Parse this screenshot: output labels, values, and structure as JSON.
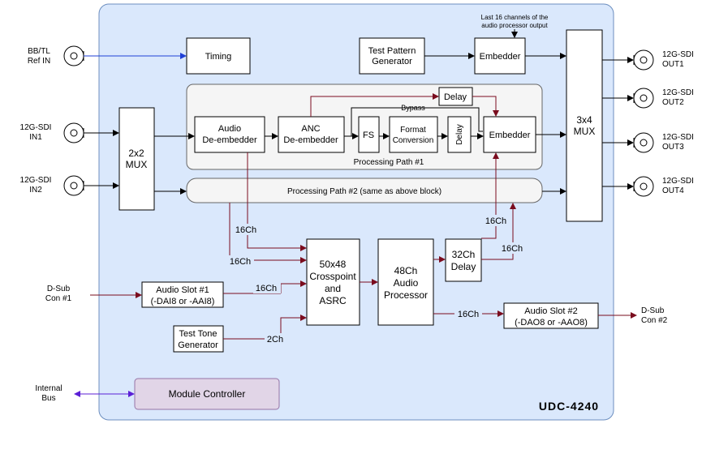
{
  "colors": {
    "module_fill": "#dae8fc",
    "module_stroke": "#6c8ebf",
    "path_fill": "#f5f5f5",
    "path_stroke": "#666666",
    "controller_fill": "#e1d5e7",
    "controller_stroke": "#9673a6",
    "audio_line": "#7a0c1e",
    "ref_line": "#1f3fd6",
    "bus_line": "#5b1fd6",
    "video_line": "#000000"
  },
  "module_title": "UDC-4240",
  "note": {
    "line1": "Last 16 channels of the",
    "line2": "audio processor output"
  },
  "inputs": {
    "ref": {
      "line1": "BB/TL",
      "line2": "Ref IN"
    },
    "in1": {
      "line1": "12G-SDI",
      "line2": "IN1"
    },
    "in2": {
      "line1": "12G-SDI",
      "line2": "IN2"
    },
    "dsub1": {
      "line1": "D-Sub",
      "line2": "Con #1"
    },
    "bus": {
      "line1": "Internal",
      "line2": "Bus"
    }
  },
  "outputs": {
    "out1": {
      "line1": "12G-SDI",
      "line2": "OUT1"
    },
    "out2": {
      "line1": "12G-SDI",
      "line2": "OUT2"
    },
    "out3": {
      "line1": "12G-SDI",
      "line2": "OUT3"
    },
    "out4": {
      "line1": "12G-SDI",
      "line2": "OUT4"
    },
    "dsub2": {
      "line1": "D-Sub",
      "line2": "Con #2"
    }
  },
  "blocks": {
    "timing": "Timing",
    "test_pattern": {
      "line1": "Test Pattern",
      "line2": "Generator"
    },
    "embedder_top": "Embedder",
    "mux_3x4": {
      "line1": "3x4",
      "line2": "MUX"
    },
    "mux_2x2": {
      "line1": "2x2",
      "line2": "MUX"
    },
    "audio_deembed": {
      "line1": "Audio",
      "line2": "De-embedder"
    },
    "anc_deembed": {
      "line1": "ANC",
      "line2": "De-embedder"
    },
    "fs": "FS",
    "format_conv": {
      "line1": "Format",
      "line2": "Conversion"
    },
    "delay_vert": "Delay",
    "delay_top": "Delay",
    "embedder_inner": "Embedder",
    "bypass": "Bypass",
    "path1_label": "Processing Path #1",
    "path2_label": "Processing Path #2 (same as above block)",
    "crosspoint": {
      "line1": "50x48",
      "line2": "Crosspoint",
      "line3": "and",
      "line4": "ASRC"
    },
    "audio_proc": {
      "line1": "48Ch",
      "line2": "Audio",
      "line3": "Processor"
    },
    "delay32": {
      "line1": "32Ch",
      "line2": "Delay"
    },
    "slot1": {
      "line1": "Audio Slot #1",
      "line2": "(-DAI8 or -AAI8)"
    },
    "slot2": {
      "line1": "Audio Slot #2",
      "line2": "(-DAO8 or -AAO8)"
    },
    "tone": {
      "line1": "Test Tone",
      "line2": "Generator"
    },
    "controller": "Module Controller"
  },
  "channel_labels": {
    "ch16_a": "16Ch",
    "ch16_b": "16Ch",
    "ch16_slot1": "16Ch",
    "ch2_tone": "2Ch",
    "ch16_proc_out": "16Ch",
    "ch16_delay_out": "16Ch",
    "ch16_to_embed": "16Ch"
  }
}
